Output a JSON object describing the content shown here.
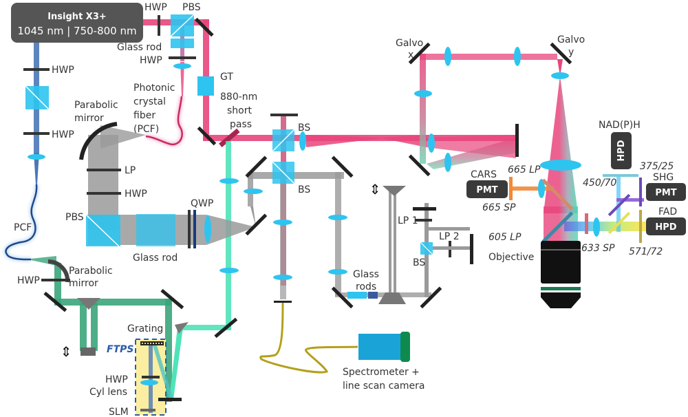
{
  "laser": {
    "name": "Insight X3+",
    "wavelengths": "1045 nm | 750-800 nm"
  },
  "colors": {
    "beam_1045": "#e8457c",
    "beam_tunable": "#4a78b8",
    "beam_supercontinuum": "#9a9a9a",
    "beam_green": "#44c999",
    "beam_green_dark": "#3aa57a",
    "optic_blue": "#2ec4f0",
    "mirror_black": "#222222",
    "detector_box": "#3a3a3a",
    "ftps_box": "#fbeea0",
    "ftps_text": "#2a5aa8",
    "fiber_yellow": "#b3a01a",
    "spectrometer_body": "#1aa3d6",
    "spectrometer_cap": "#0f8a4f"
  },
  "labels": {
    "hwp_top": "HWP",
    "pbs_top": "PBS",
    "glass_rod_top": "Glass rod",
    "hwp_top2": "HWP",
    "gt": "GT",
    "short_pass": "880-nm\nshort\npass",
    "short_pass_lines": [
      "880-nm",
      "short",
      "pass"
    ],
    "pcf_photonic_lines": [
      "Photonic",
      "crystal",
      "fiber",
      "(PCF)"
    ],
    "parabolic_mirror_top_lines": [
      "Parabolic",
      "mirror"
    ],
    "hwp_left1": "HWP",
    "hwp_left2": "HWP",
    "pcf_left": "PCF",
    "parabolic_mirror_bottom_lines": [
      "Parabolic",
      "mirror"
    ],
    "hwp_green": "HWP",
    "lp": "LP",
    "hwp_gray": "HWP",
    "pbs_gray": "PBS",
    "glass_rod_gray": "Glass rod",
    "qwp": "QWP",
    "bs1": "BS",
    "bs2": "BS",
    "lp1": "LP 1",
    "lp2": "LP 2",
    "bs3": "BS",
    "glass_rods_lines": [
      "Glass",
      "rods"
    ],
    "galvo_x_lines": [
      "Galvo",
      "x"
    ],
    "galvo_y_lines": [
      "Galvo",
      "y"
    ],
    "grating": "Grating",
    "ftps": "FTPS",
    "hwp_ftps": "HWP",
    "cyl_lens": "Cyl lens",
    "slm": "SLM",
    "spectrometer_lines": [
      "Spectrometer +",
      "line scan camera"
    ],
    "objective": "Objective",
    "cars": "CARS",
    "pmt_cars": "PMT",
    "f665lp": "665 LP",
    "f665sp": "665 SP",
    "f605lp": "605 LP",
    "f633sp": "633 SP",
    "nadph": "NAD(P)H",
    "hpd_nadph": "HPD",
    "f375_25": "375/25",
    "f450_70": "450/70",
    "shg": "SHG",
    "pmt_shg": "PMT",
    "fad": "FAD",
    "hpd_fad": "HPD",
    "f571_72": "571/72"
  }
}
